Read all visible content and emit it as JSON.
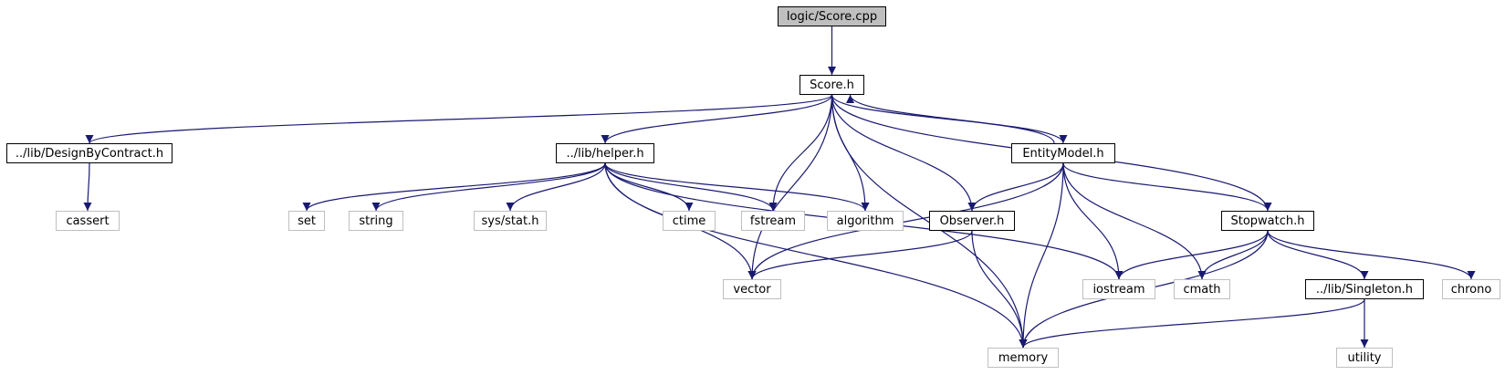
{
  "colors": {
    "edge": "#191970",
    "root_fill": "#bfbfbf",
    "ext_border": "#bfbfbf",
    "node_border": "#000000"
  },
  "nodes": {
    "score_cpp": {
      "label": "logic/Score.cpp"
    },
    "score_h": {
      "label": "Score.h"
    },
    "design": {
      "label": "../lib/DesignByContract.h"
    },
    "helper": {
      "label": "../lib/helper.h"
    },
    "entity": {
      "label": "EntityModel.h"
    },
    "cassert": {
      "label": "cassert"
    },
    "set": {
      "label": "set"
    },
    "string": {
      "label": "string"
    },
    "sysstat": {
      "label": "sys/stat.h"
    },
    "ctime": {
      "label": "ctime"
    },
    "fstream": {
      "label": "fstream"
    },
    "algorithm": {
      "label": "algorithm"
    },
    "observer": {
      "label": "Observer.h"
    },
    "stopwatch": {
      "label": "Stopwatch.h"
    },
    "vector": {
      "label": "vector"
    },
    "iostream": {
      "label": "iostream"
    },
    "cmath": {
      "label": "cmath"
    },
    "singleton": {
      "label": "../lib/Singleton.h"
    },
    "chrono": {
      "label": "chrono"
    },
    "memory": {
      "label": "memory"
    },
    "utility": {
      "label": "utility"
    }
  },
  "edges": [
    [
      "score_cpp",
      "score_h"
    ],
    [
      "score_h",
      "design"
    ],
    [
      "score_h",
      "helper"
    ],
    [
      "score_h",
      "fstream"
    ],
    [
      "score_h",
      "algorithm"
    ],
    [
      "score_h",
      "observer"
    ],
    [
      "score_h",
      "entity"
    ],
    [
      "score_h",
      "stopwatch"
    ],
    [
      "score_h",
      "vector"
    ],
    [
      "score_h",
      "memory"
    ],
    [
      "entity",
      "score_h"
    ],
    [
      "entity",
      "observer"
    ],
    [
      "entity",
      "stopwatch"
    ],
    [
      "entity",
      "vector"
    ],
    [
      "entity",
      "iostream"
    ],
    [
      "entity",
      "cmath"
    ],
    [
      "entity",
      "memory"
    ],
    [
      "design",
      "cassert"
    ],
    [
      "helper",
      "set"
    ],
    [
      "helper",
      "string"
    ],
    [
      "helper",
      "sysstat"
    ],
    [
      "helper",
      "ctime"
    ],
    [
      "helper",
      "fstream"
    ],
    [
      "helper",
      "algorithm"
    ],
    [
      "helper",
      "vector"
    ],
    [
      "helper",
      "iostream"
    ],
    [
      "helper",
      "memory"
    ],
    [
      "observer",
      "vector"
    ],
    [
      "observer",
      "memory"
    ],
    [
      "stopwatch",
      "iostream"
    ],
    [
      "stopwatch",
      "cmath"
    ],
    [
      "stopwatch",
      "singleton"
    ],
    [
      "stopwatch",
      "chrono"
    ],
    [
      "stopwatch",
      "memory"
    ],
    [
      "singleton",
      "memory"
    ],
    [
      "singleton",
      "utility"
    ]
  ]
}
